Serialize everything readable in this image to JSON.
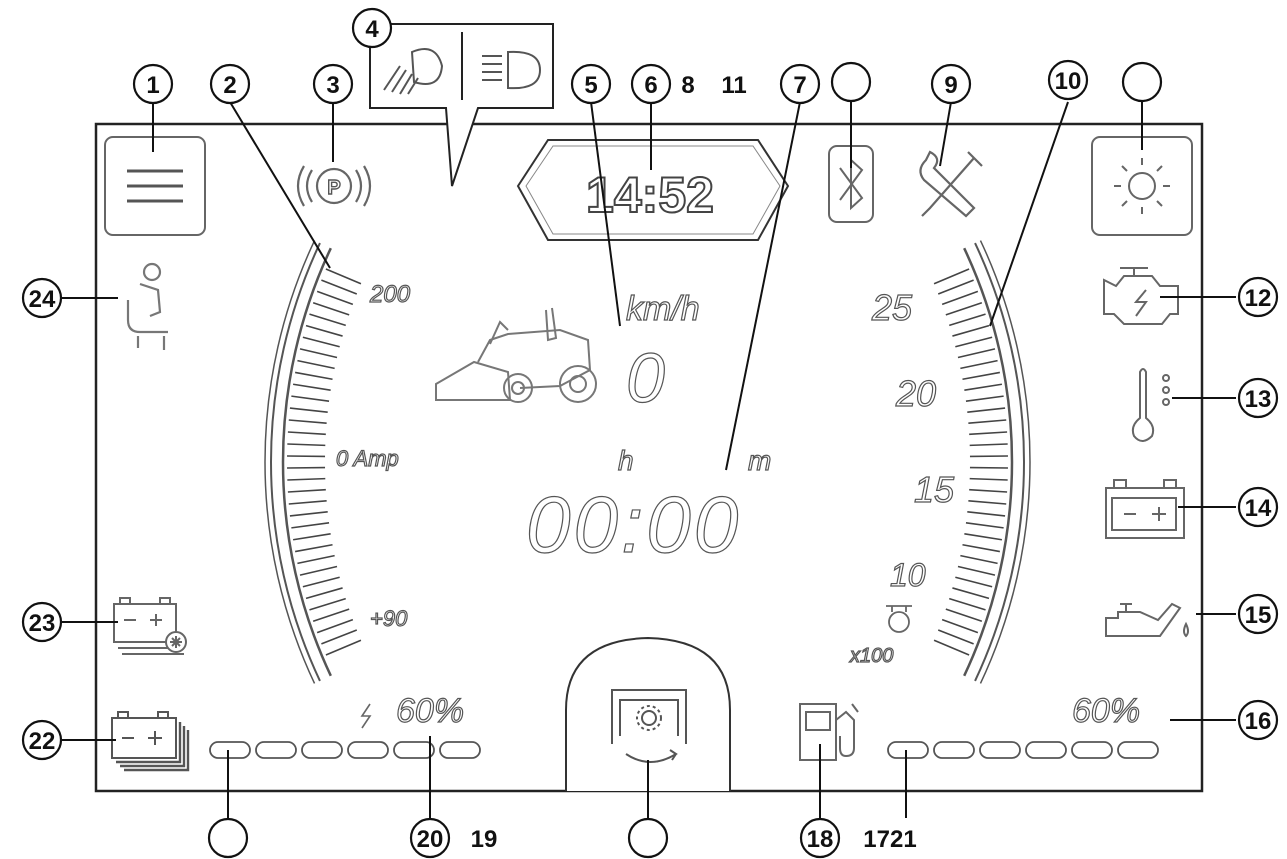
{
  "display": {
    "clock": "14:52",
    "speed_unit": "km/h",
    "speed_value": "0",
    "hours_label": "h",
    "minutes_label": "m",
    "hour_meter": "00:00",
    "amp_scale": {
      "top": "200",
      "middle": "0 Amp",
      "bottom": "+90"
    },
    "rpm_scale": {
      "ticks": [
        "25",
        "20",
        "15",
        "10"
      ],
      "multiplier": "x100"
    },
    "charge_percent": "60%",
    "fuel_percent": "60%"
  },
  "callouts": [
    {
      "id": "1",
      "label": "1"
    },
    {
      "id": "2",
      "label": "2"
    },
    {
      "id": "3",
      "label": "3"
    },
    {
      "id": "4",
      "label": "4"
    },
    {
      "id": "5",
      "label": "5"
    },
    {
      "id": "6",
      "label": "6"
    },
    {
      "id": "8",
      "label": "8"
    },
    {
      "id": "11",
      "label": "11"
    },
    {
      "id": "7",
      "label": "7"
    },
    {
      "id": "9",
      "label": "9"
    },
    {
      "id": "10",
      "label": "10"
    },
    {
      "id": "12",
      "label": "12"
    },
    {
      "id": "13",
      "label": "13"
    },
    {
      "id": "14",
      "label": "14"
    },
    {
      "id": "15",
      "label": "15"
    },
    {
      "id": "16",
      "label": "16"
    },
    {
      "id": "24",
      "label": "24"
    },
    {
      "id": "23",
      "label": "23"
    },
    {
      "id": "22",
      "label": "22"
    },
    {
      "id": "20",
      "label": "20"
    },
    {
      "id": "19",
      "label": "19"
    },
    {
      "id": "18",
      "label": "18"
    },
    {
      "id": "1721",
      "label": "1721"
    }
  ],
  "icons": {
    "menu": "menu-icon",
    "parking_brake": "parking-brake-icon",
    "light_beams": "headlight-icon",
    "bluetooth": "bluetooth-icon",
    "service": "wrench-screwdriver-icon",
    "brightness": "sun-icon",
    "seat": "operator-seat-icon",
    "mower": "ride-on-mower-icon",
    "engine": "engine-warning-icon",
    "temperature": "thermometer-icon",
    "battery": "battery-icon",
    "oil": "oil-pressure-icon",
    "battery_cold": "battery-cold-icon",
    "battery_stack": "battery-stack-icon",
    "pto": "pto-icon",
    "fuel": "fuel-pump-icon",
    "charge": "lightning-icon",
    "rpm": "rpm-icon"
  }
}
